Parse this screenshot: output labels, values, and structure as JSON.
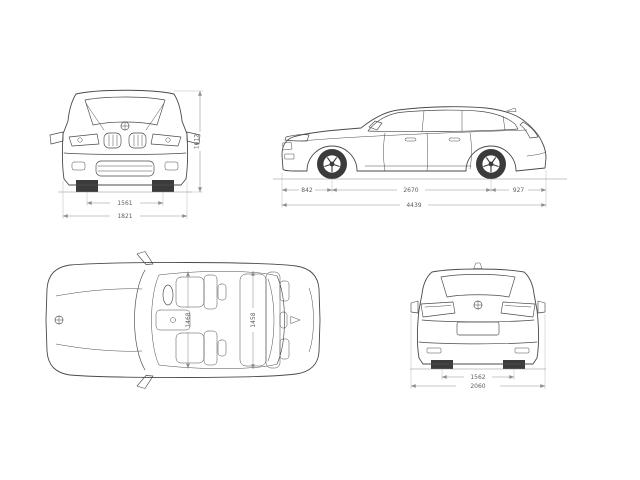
{
  "colors": {
    "background": "#ffffff",
    "line": "#4a4a4a",
    "dimension_line": "#8f8f8f",
    "dimension_text": "#5f5f5f"
  },
  "views": {
    "front": {
      "height": "1612",
      "track": "1561",
      "width": "1821"
    },
    "side": {
      "front_overhang": "842",
      "wheelbase": "2670",
      "rear_overhang": "927",
      "length": "4439"
    },
    "top": {
      "interior_width_front": "1468",
      "interior_width_rear": "1458"
    },
    "rear": {
      "track": "1562",
      "width_incl_mirrors": "2060"
    }
  }
}
